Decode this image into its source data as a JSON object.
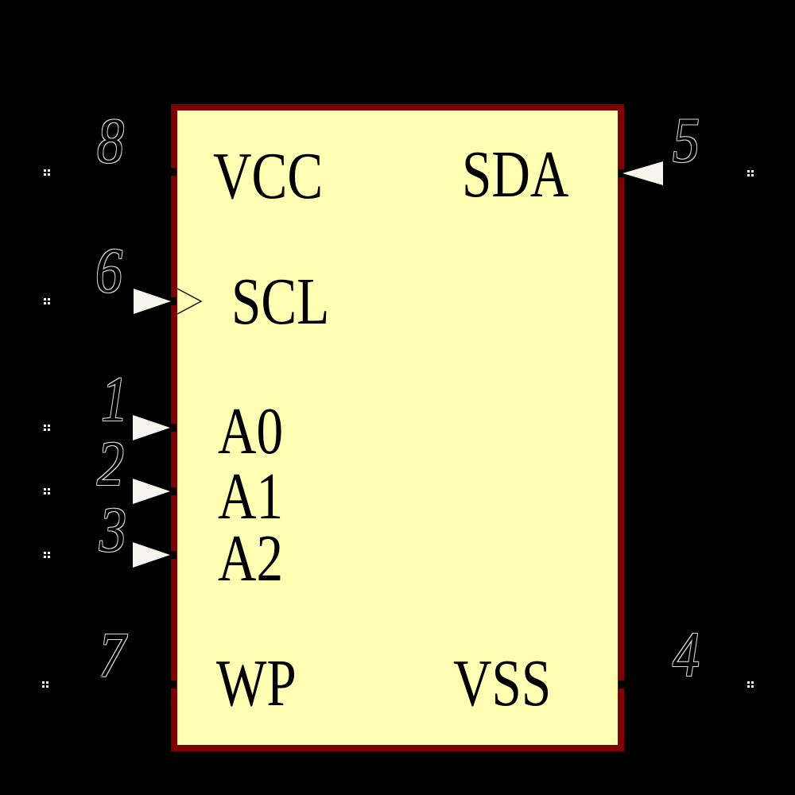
{
  "component": {
    "kind": "ic-schematic-symbol",
    "description": "8-pin I2C serial EEPROM style symbol",
    "colors": {
      "background": "#000000",
      "body_fill": "#FFFFB3",
      "body_border": "#7E0000",
      "pin_label_text": "#000000",
      "pin_number_fill": "#000000",
      "pin_number_outline": "#DCDCDC",
      "direction_arrow_fill": "#F8F5EE",
      "clock_symbol_stroke": "#1A1A1A",
      "pin_end_marker": "#FFFFFF"
    }
  },
  "pins": [
    {
      "number": "8",
      "label": "VCC",
      "side": "left",
      "direction_arrow": false,
      "clock": false
    },
    {
      "number": "6",
      "label": "SCL",
      "side": "left",
      "direction_arrow": true,
      "clock": true
    },
    {
      "number": "1",
      "label": "A0",
      "side": "left",
      "direction_arrow": true,
      "clock": false
    },
    {
      "number": "2",
      "label": "A1",
      "side": "left",
      "direction_arrow": true,
      "clock": false
    },
    {
      "number": "3",
      "label": "A2",
      "side": "left",
      "direction_arrow": true,
      "clock": false
    },
    {
      "number": "7",
      "label": "WP",
      "side": "left",
      "direction_arrow": false,
      "clock": false
    },
    {
      "number": "5",
      "label": "SDA",
      "side": "right",
      "direction_arrow": true,
      "clock": false
    },
    {
      "number": "4",
      "label": "VSS",
      "side": "right",
      "direction_arrow": false,
      "clock": false
    }
  ]
}
